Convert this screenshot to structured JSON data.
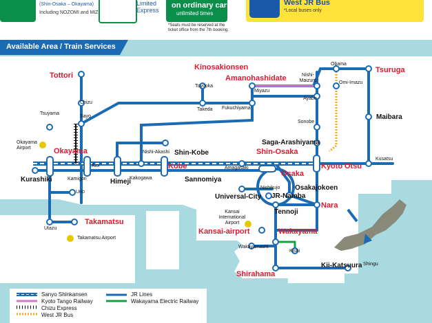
{
  "header": {
    "shinkansen_route": "(Shin-Osaka – Okayama)",
    "shinkansen_included": "Including NOZOMI and MIZUHO",
    "limited_express": "Limited Express",
    "ordinary_cars": "on ordinary cars",
    "unlimited_times": "unlimited times",
    "seats_note": "*Seats must be reserved at the ticket office from the 7th booking.",
    "west_jr_bus": "West JR Bus",
    "local_buses": "*Local buses only"
  },
  "section_title": "Available Area / Train Services",
  "stations_major": {
    "tottori": "Tottori",
    "kinosakionsen": "Kinosakionsen",
    "amanohashidate": "Amanohashidate",
    "tsuruga": "Tsuruga",
    "okayama": "Okayama",
    "shin_osaka": "Shin-Osaka",
    "kobe": "Kobe",
    "osaka": "Osaka",
    "kyoto": "Kyoto",
    "otsu": "Otsu",
    "nara": "Nara",
    "takamatsu": "Takamatsu",
    "kansai_airport": "Kansai-airport",
    "wakayama": "Wakayama",
    "shirahama": "Shirahama"
  },
  "stations_bold": {
    "maibara": "Maibara",
    "saga_arashiyama": "Saga-Arashiyama",
    "shin_kobe": "Shin-Kobe",
    "kurashiki": "Kurashiki",
    "himeji": "Himeji",
    "sannomiya": "Sannomiya",
    "osakajokoen": "Osakajokoen",
    "universal_city": "Universal-City",
    "jr_namba": "JR-Namba",
    "tennoji": "Tennoji",
    "kii_katsuura": "Kii-Katsuura"
  },
  "stations_small": {
    "chizu": "Chizu",
    "sayo": "Sayo",
    "tsuyama": "Tsuyama",
    "okayama_airport": "Okayama Airport",
    "aioi": "Aioi",
    "kamigori": "Kamigori",
    "uno": "Uno",
    "utazu": "Utazu",
    "takamatsu_airport": "Takamatsu Airport",
    "nishi_akashi": "Nishi-Akashi",
    "kakogawa": "Kakogawa",
    "amagasaki": "Amagasaki",
    "nishikujo": "Nishikujo",
    "kansai_international_airport": "Kansai International Airport",
    "wakayamashi": "Wakayamashi",
    "kishi": "Kishi",
    "shingu": "Shingu",
    "toyooka": "Toyooka",
    "takeda": "Takeda",
    "fukuchiyama": "Fukuchiyama",
    "miyazu": "Miyazu",
    "nishi_maizuru": "Nishi-Maizuru",
    "ayabe": "Ayabe",
    "sonobe": "Sonobe",
    "obama": "Obama",
    "omi_imazu": "Omi-Imazu",
    "kusatsu": "Kusatsu"
  },
  "legend": {
    "sanyo_shinkansen": "Sanyo Shinkansen",
    "kyoto_tango": "Kyoto Tango Railway",
    "chizu_express": "Chizu Express",
    "west_jr_bus": "West JR Bus",
    "jr_lines": "JR Lines",
    "wakayama_electric": "Wakayama Electric Railway"
  },
  "colors": {
    "jr_blue": "#1a6ab4",
    "accent_red": "#e0182d",
    "shinkansen_green": "#0a8f4a",
    "bus_yellow": "#ffe23a",
    "tango_pink": "#d27ac4",
    "wakayama_green": "#18a040",
    "bus_orange": "#f5a623",
    "sea": "#a9dadf"
  }
}
